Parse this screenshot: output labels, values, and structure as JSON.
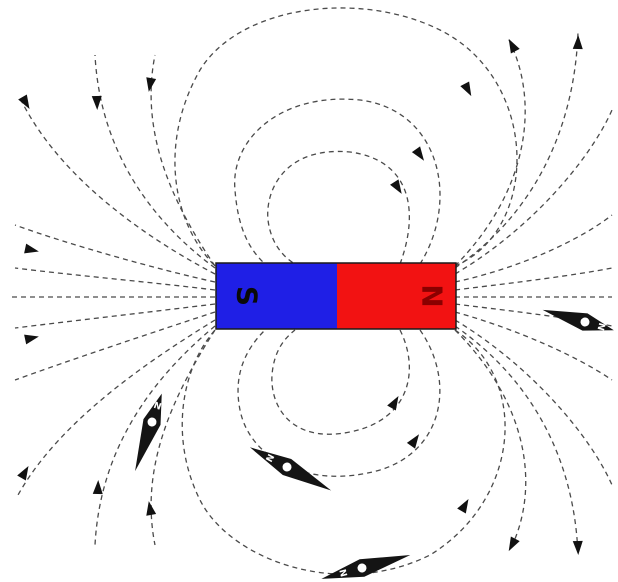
{
  "magnet": {
    "south_label": "S",
    "north_label": "N",
    "south_color": "#1f1fe6",
    "north_color": "#f21212"
  },
  "compass": {
    "north_letter": "N",
    "needle_color": "#141414"
  },
  "field_line_color": "#4a4a4a",
  "arrow_color": "#111111"
}
